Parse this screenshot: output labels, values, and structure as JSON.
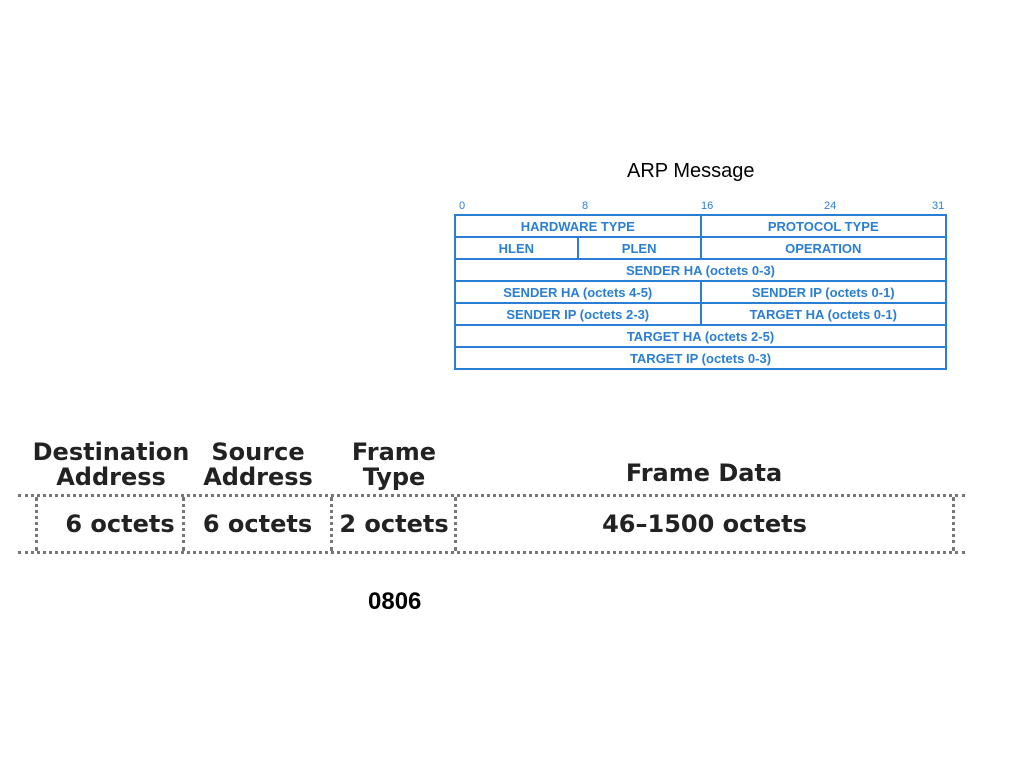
{
  "arp": {
    "title": "ARP Message",
    "bit_labels": [
      "0",
      "8",
      "16",
      "24",
      "31"
    ],
    "rows": [
      [
        "HARDWARE TYPE",
        "PROTOCOL TYPE"
      ],
      [
        "HLEN",
        "PLEN",
        "OPERATION"
      ],
      [
        "SENDER HA (octets 0-3)"
      ],
      [
        "SENDER HA (octets 4-5)",
        "SENDER IP (octets 0-1)"
      ],
      [
        "SENDER IP (octets 2-3)",
        "TARGET HA (octets 0-1)"
      ],
      [
        "TARGET HA (octets 2-5)"
      ],
      [
        "TARGET IP (octets 0-3)"
      ]
    ],
    "color": "#2a7fd4"
  },
  "frame": {
    "headers": [
      "Destination\nAddress",
      "Source\nAddress",
      "Frame\nType",
      "Frame Data"
    ],
    "cells": [
      "6 octets",
      "6 octets",
      "2 octets",
      "46–1500 octets"
    ]
  },
  "type_code": "0806"
}
